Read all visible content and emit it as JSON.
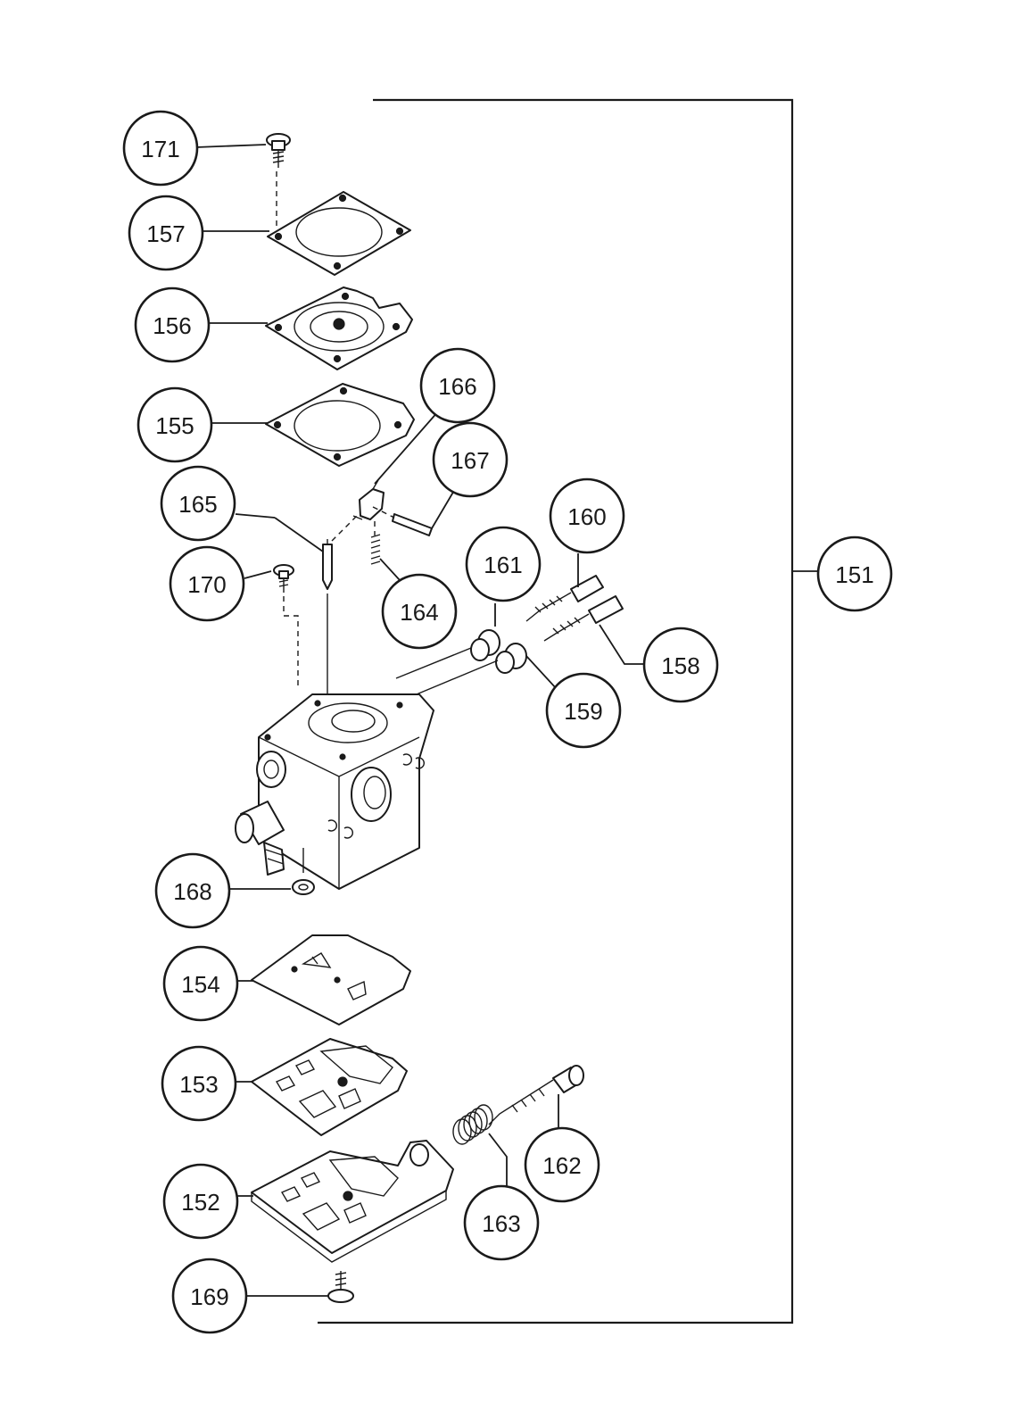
{
  "diagram": {
    "assembly_number": "151",
    "callouts": [
      {
        "id": "171",
        "label": "171"
      },
      {
        "id": "157",
        "label": "157"
      },
      {
        "id": "156",
        "label": "156"
      },
      {
        "id": "155",
        "label": "155"
      },
      {
        "id": "166",
        "label": "166"
      },
      {
        "id": "167",
        "label": "167"
      },
      {
        "id": "165",
        "label": "165"
      },
      {
        "id": "160",
        "label": "160"
      },
      {
        "id": "161",
        "label": "161"
      },
      {
        "id": "170",
        "label": "170"
      },
      {
        "id": "164",
        "label": "164"
      },
      {
        "id": "151",
        "label": "151"
      },
      {
        "id": "158",
        "label": "158"
      },
      {
        "id": "159",
        "label": "159"
      },
      {
        "id": "168",
        "label": "168"
      },
      {
        "id": "154",
        "label": "154"
      },
      {
        "id": "153",
        "label": "153"
      },
      {
        "id": "162",
        "label": "162"
      },
      {
        "id": "152",
        "label": "152"
      },
      {
        "id": "163",
        "label": "163"
      },
      {
        "id": "169",
        "label": "169"
      }
    ]
  }
}
